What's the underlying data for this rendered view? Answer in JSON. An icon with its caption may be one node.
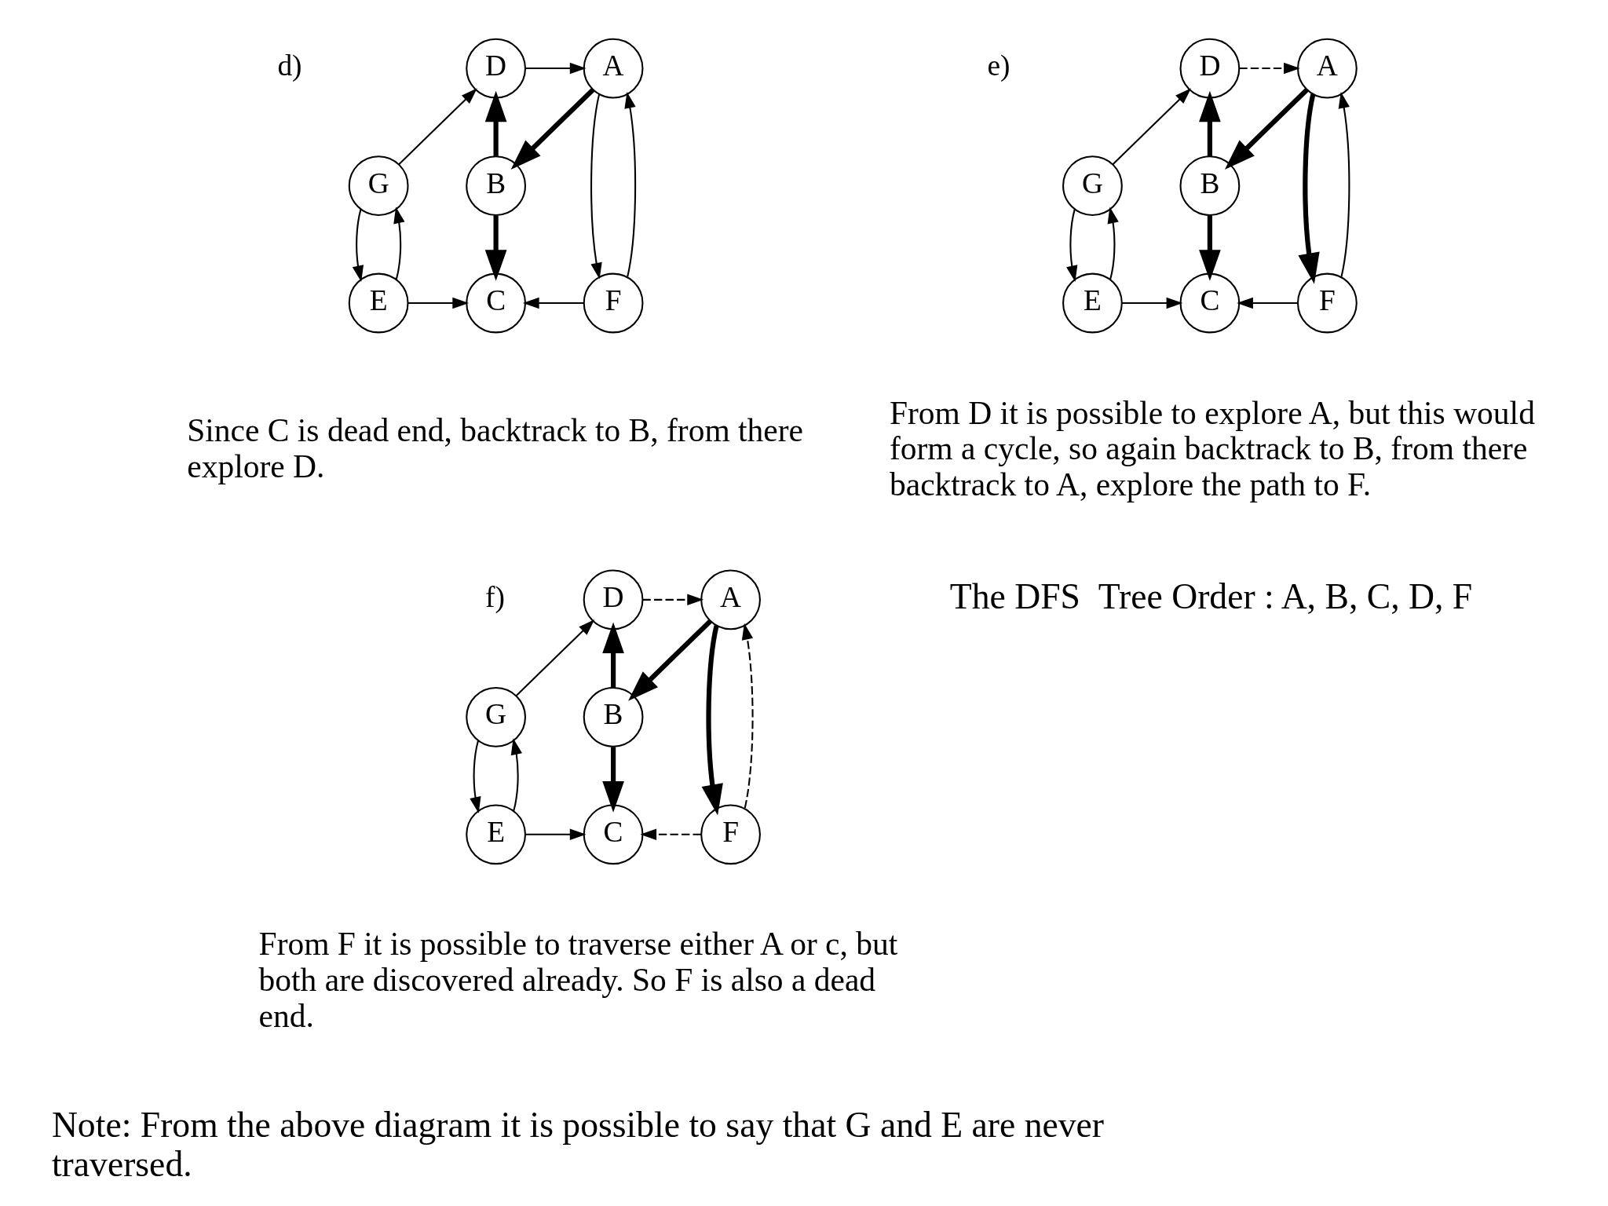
{
  "diagram": {
    "nodes": [
      {
        "text": [
          "A"
        ]
      },
      {
        "text": [
          "D"
        ]
      },
      {
        "text": [
          "B"
        ]
      },
      {
        "text": [
          "G"
        ]
      },
      {
        "text": [
          "F"
        ]
      },
      {
        "text": [
          "C"
        ]
      },
      {
        "text": [
          "E"
        ]
      },
      {
        "text": [
          "A"
        ]
      },
      {
        "text": [
          "D"
        ]
      },
      {
        "text": [
          "B"
        ]
      },
      {
        "text": [
          "G"
        ]
      },
      {
        "text": [
          "F"
        ]
      },
      {
        "text": [
          "C"
        ]
      },
      {
        "text": [
          "E"
        ]
      },
      {
        "text": [
          "A"
        ]
      },
      {
        "text": [
          "D"
        ]
      },
      {
        "text": [
          "B"
        ]
      },
      {
        "text": [
          "G"
        ]
      },
      {
        "text": [
          "F"
        ]
      },
      {
        "text": [
          "C"
        ]
      },
      {
        "text": [
          "E"
        ]
      }
    ],
    "edges": [
      {
        "from": 1,
        "to": 0,
        "arrow": "to"
      },
      {
        "from": 0,
        "to": 2,
        "arrow": "to",
        "style": "thick"
      },
      {
        "from": 2,
        "to": 1,
        "arrow": "to",
        "style": "thick"
      },
      {
        "from": 2,
        "to": 5,
        "arrow": "to",
        "style": "thick"
      },
      {
        "from": 0,
        "to": 4,
        "arrow": "to"
      },
      {
        "from": 4,
        "to": 0,
        "arrow": "to"
      },
      {
        "from": 4,
        "to": 5,
        "arrow": "to"
      },
      {
        "from": 6,
        "to": 5,
        "arrow": "to"
      },
      {
        "from": 6,
        "to": 3,
        "arrow": "to"
      },
      {
        "from": 3,
        "to": 6,
        "arrow": "to"
      },
      {
        "from": 3,
        "to": 1,
        "arrow": "to"
      },
      {
        "from": 8,
        "to": 7,
        "arrow": "to",
        "style": "dashed"
      },
      {
        "from": 7,
        "to": 9,
        "arrow": "to",
        "style": "thick"
      },
      {
        "from": 9,
        "to": 8,
        "arrow": "to",
        "style": "thick"
      },
      {
        "from": 9,
        "to": 12,
        "arrow": "to",
        "style": "thick"
      },
      {
        "from": 7,
        "to": 11,
        "arrow": "to",
        "style": "thick"
      },
      {
        "from": 11,
        "to": 7,
        "arrow": "to"
      },
      {
        "from": 11,
        "to": 12,
        "arrow": "to"
      },
      {
        "from": 13,
        "to": 12,
        "arrow": "to"
      },
      {
        "from": 13,
        "to": 10,
        "arrow": "to"
      },
      {
        "from": 10,
        "to": 13,
        "arrow": "to"
      },
      {
        "from": 10,
        "to": 8,
        "arrow": "to"
      },
      {
        "from": 15,
        "to": 14,
        "arrow": "to",
        "style": "dashed"
      },
      {
        "from": 14,
        "to": 16,
        "arrow": "to",
        "style": "thick"
      },
      {
        "from": 16,
        "to": 15,
        "arrow": "to",
        "style": "thick"
      },
      {
        "from": 16,
        "to": 19,
        "arrow": "to",
        "style": "thick"
      },
      {
        "from": 14,
        "to": 18,
        "arrow": "to",
        "style": "thick"
      },
      {
        "from": 18,
        "to": 14,
        "arrow": "to",
        "style": "dashed"
      },
      {
        "from": 18,
        "to": 19,
        "arrow": "to",
        "style": "dashed"
      },
      {
        "from": 20,
        "to": 19,
        "arrow": "to"
      },
      {
        "from": 20,
        "to": 17,
        "arrow": "to"
      },
      {
        "from": 17,
        "to": 20,
        "arrow": "to"
      },
      {
        "from": 17,
        "to": 15,
        "arrow": "to"
      }
    ],
    "labels": [
      "d)",
      "Since C is dead end, backtrack to B, from there explore D.",
      "e)",
      "From D it is possible to explore A, but this would form a cycle, so again backtrack to B, from there backtrack to A, explore the path to F.",
      "The DFS  Tree Order : A, B, C, D, F",
      "f)",
      "From F it is possible to traverse either A or c, but both are discovered already. So F is also a dead end.",
      "Note: From the above diagram it is possible to say that G and E are never traversed."
    ]
  }
}
